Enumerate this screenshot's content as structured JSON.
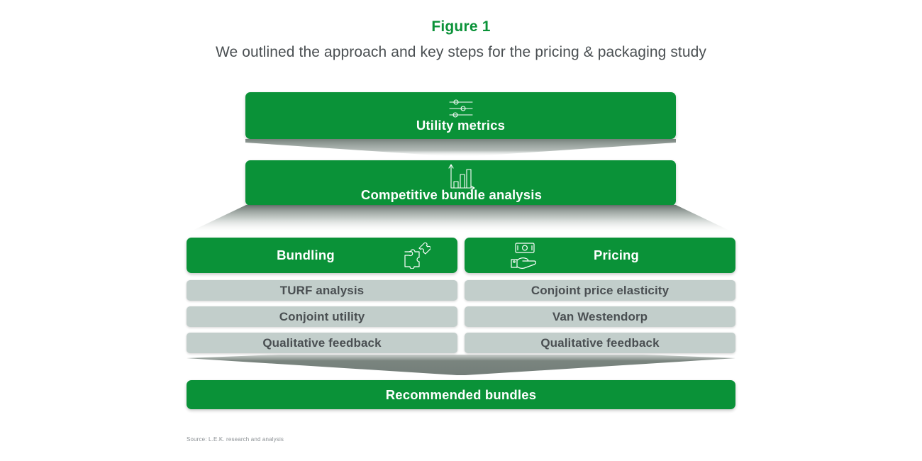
{
  "figure": {
    "label": "Figure 1",
    "subtitle": "We outlined the approach and key steps for the pricing & packaging study",
    "source": "Source: L.E.K. research and analysis"
  },
  "colors": {
    "brand_green": "#0a9238",
    "sub_item_gray": "#c2cecb",
    "text_dark": "#4a4f52",
    "funnel_gray": "#7f8a85",
    "source_text": "#8b9094",
    "background": "#ffffff"
  },
  "tiers": [
    {
      "id": "utility-metrics",
      "label": "Utility metrics",
      "icon": "sliders-icon",
      "icon_position": "top-center"
    },
    {
      "id": "competitive-bundle-analysis",
      "label": "Competitive bundle analysis",
      "icon": "bar-chart-icon",
      "icon_position": "top-center"
    }
  ],
  "columns": [
    {
      "id": "bundling",
      "header": "Bundling",
      "icon": "puzzle-icon",
      "icon_position": "right",
      "items": [
        "TURF analysis",
        "Conjoint utility",
        "Qualitative feedback"
      ]
    },
    {
      "id": "pricing",
      "header": "Pricing",
      "icon": "money-hand-icon",
      "icon_position": "left",
      "items": [
        "Conjoint price elasticity",
        "Van Westendorp",
        "Qualitative feedback"
      ]
    }
  ],
  "outcome": {
    "id": "recommended-bundles",
    "label": "Recommended bundles"
  }
}
